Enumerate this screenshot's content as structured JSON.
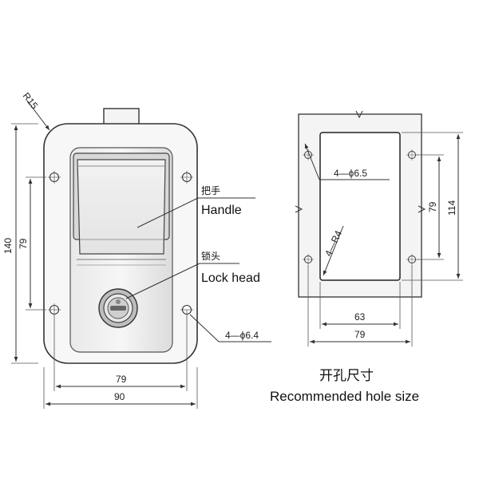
{
  "left_view": {
    "radius_label": "R15",
    "height_total": "140",
    "height_holes": "79",
    "width_holes": "79",
    "width_total": "90",
    "hole_label": "4—ϕ6.4",
    "handle_label_cn": "把手",
    "handle_label_en": "Handle",
    "lock_label_cn": "锁头",
    "lock_label_en": "Lock head"
  },
  "right_view": {
    "hole_label": "4—ϕ6.5",
    "corner_label": "4—R4",
    "height_inner": "79",
    "height_outer": "114",
    "width_inner": "63",
    "width_outer": "79",
    "title_cn": "开孔尺寸",
    "title_en": "Recommended hole size"
  }
}
